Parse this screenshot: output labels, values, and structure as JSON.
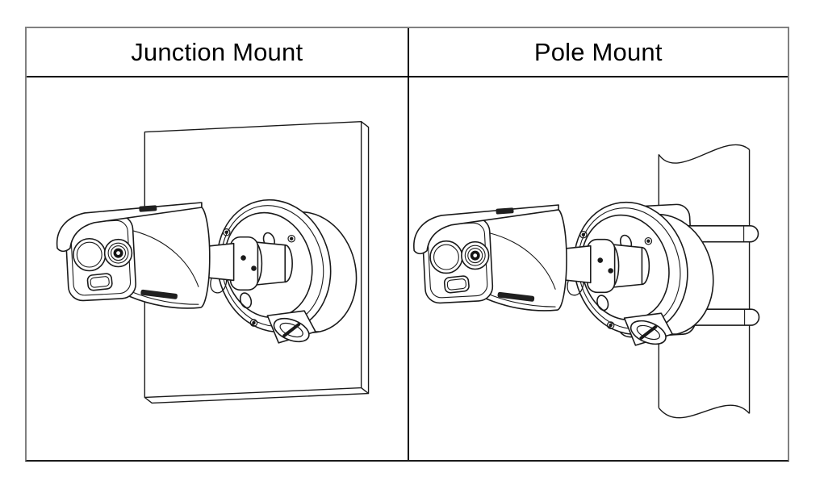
{
  "table": {
    "columns": [
      {
        "header": "Junction Mount",
        "illustration": "thermal-bullet-camera-on-junction-box-mounted-to-wall-plate"
      },
      {
        "header": "Pole Mount",
        "illustration": "thermal-bullet-camera-on-junction-box-fixed-to-pole-with-through-bolts"
      }
    ],
    "outer_border_color": "#808080",
    "grid_line_color": "#000000",
    "bottom_border_color": "#1a1a1a"
  },
  "drawing": {
    "line_color": "#1a1a1a",
    "fill_color": "#ffffff",
    "dark_detail_color": "#1f1f1f",
    "background": "#ffffff"
  }
}
